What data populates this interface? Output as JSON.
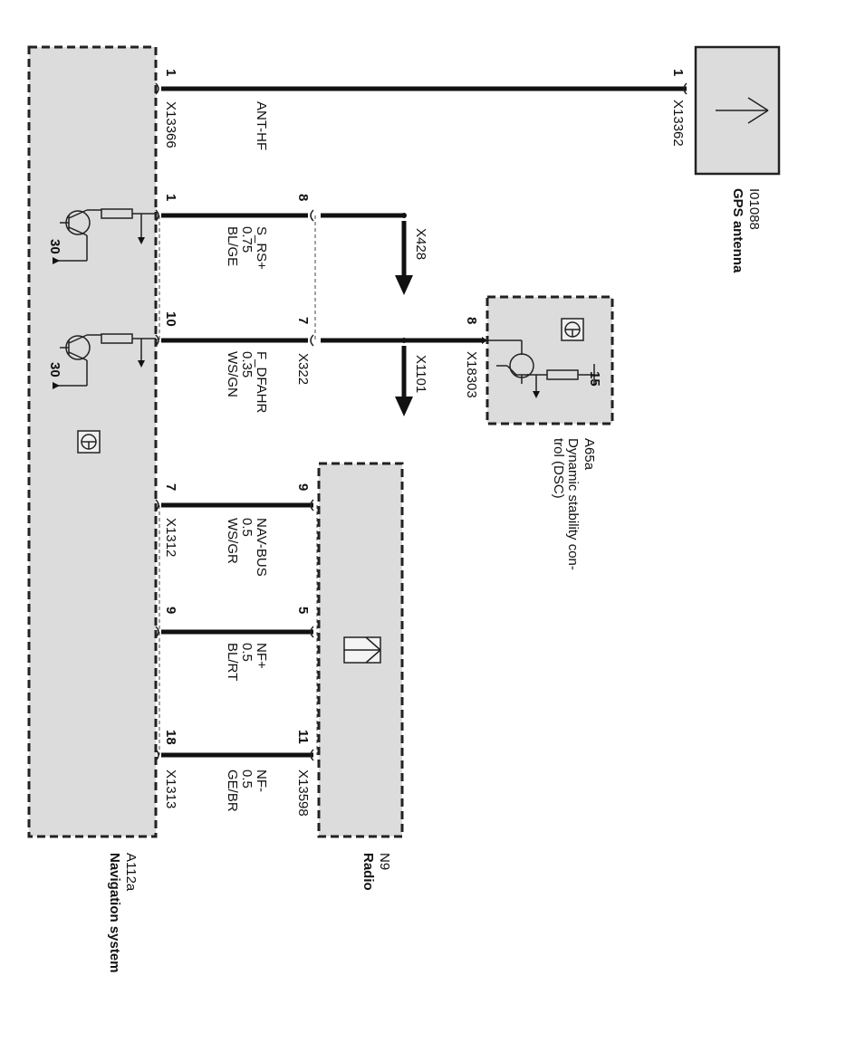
{
  "antenna": {
    "code": "I01088",
    "name": "GPS antenna",
    "pin": "1",
    "connector": "X13362"
  },
  "nav": {
    "code": "A112a",
    "name": "Navigation system"
  },
  "radio": {
    "code": "N9",
    "name": "Radio"
  },
  "dsc": {
    "code": "A65a",
    "name1": "Dynamic stability con-",
    "name2": "trol (DSC)",
    "pin": "8",
    "connector": "X18303",
    "supply": "15"
  },
  "nav_supply": "30",
  "wires": [
    {
      "signal": "ANT-HF",
      "size": "",
      "color": "",
      "nav_pin": "1",
      "nav_conn": "X13366",
      "far_pin": "1",
      "far_conn": ""
    },
    {
      "signal": "S_RS+",
      "size": "0.75",
      "color": "BL/GE",
      "nav_pin": "1",
      "nav_conn": "",
      "far_pin": "8",
      "far_conn": "",
      "splice": "X428"
    },
    {
      "signal": "F_DFAHR",
      "size": "0.35",
      "color": "WS/GN",
      "nav_pin": "10",
      "nav_conn": "",
      "far_pin": "7",
      "far_conn": "X322",
      "splice": "X1101"
    },
    {
      "signal": "NAV-BUS",
      "size": "0.5",
      "color": "WS/GR",
      "nav_pin": "7",
      "nav_conn": "X1312",
      "far_pin": "9",
      "far_conn": ""
    },
    {
      "signal": "NF+",
      "size": "0.5",
      "color": "BL/RT",
      "nav_pin": "9",
      "nav_conn": "",
      "far_pin": "5",
      "far_conn": ""
    },
    {
      "signal": "NF-",
      "size": "0.5",
      "color": "GE/BR",
      "nav_pin": "18",
      "nav_conn": "X1313",
      "far_pin": "11",
      "far_conn": "X13598"
    }
  ]
}
